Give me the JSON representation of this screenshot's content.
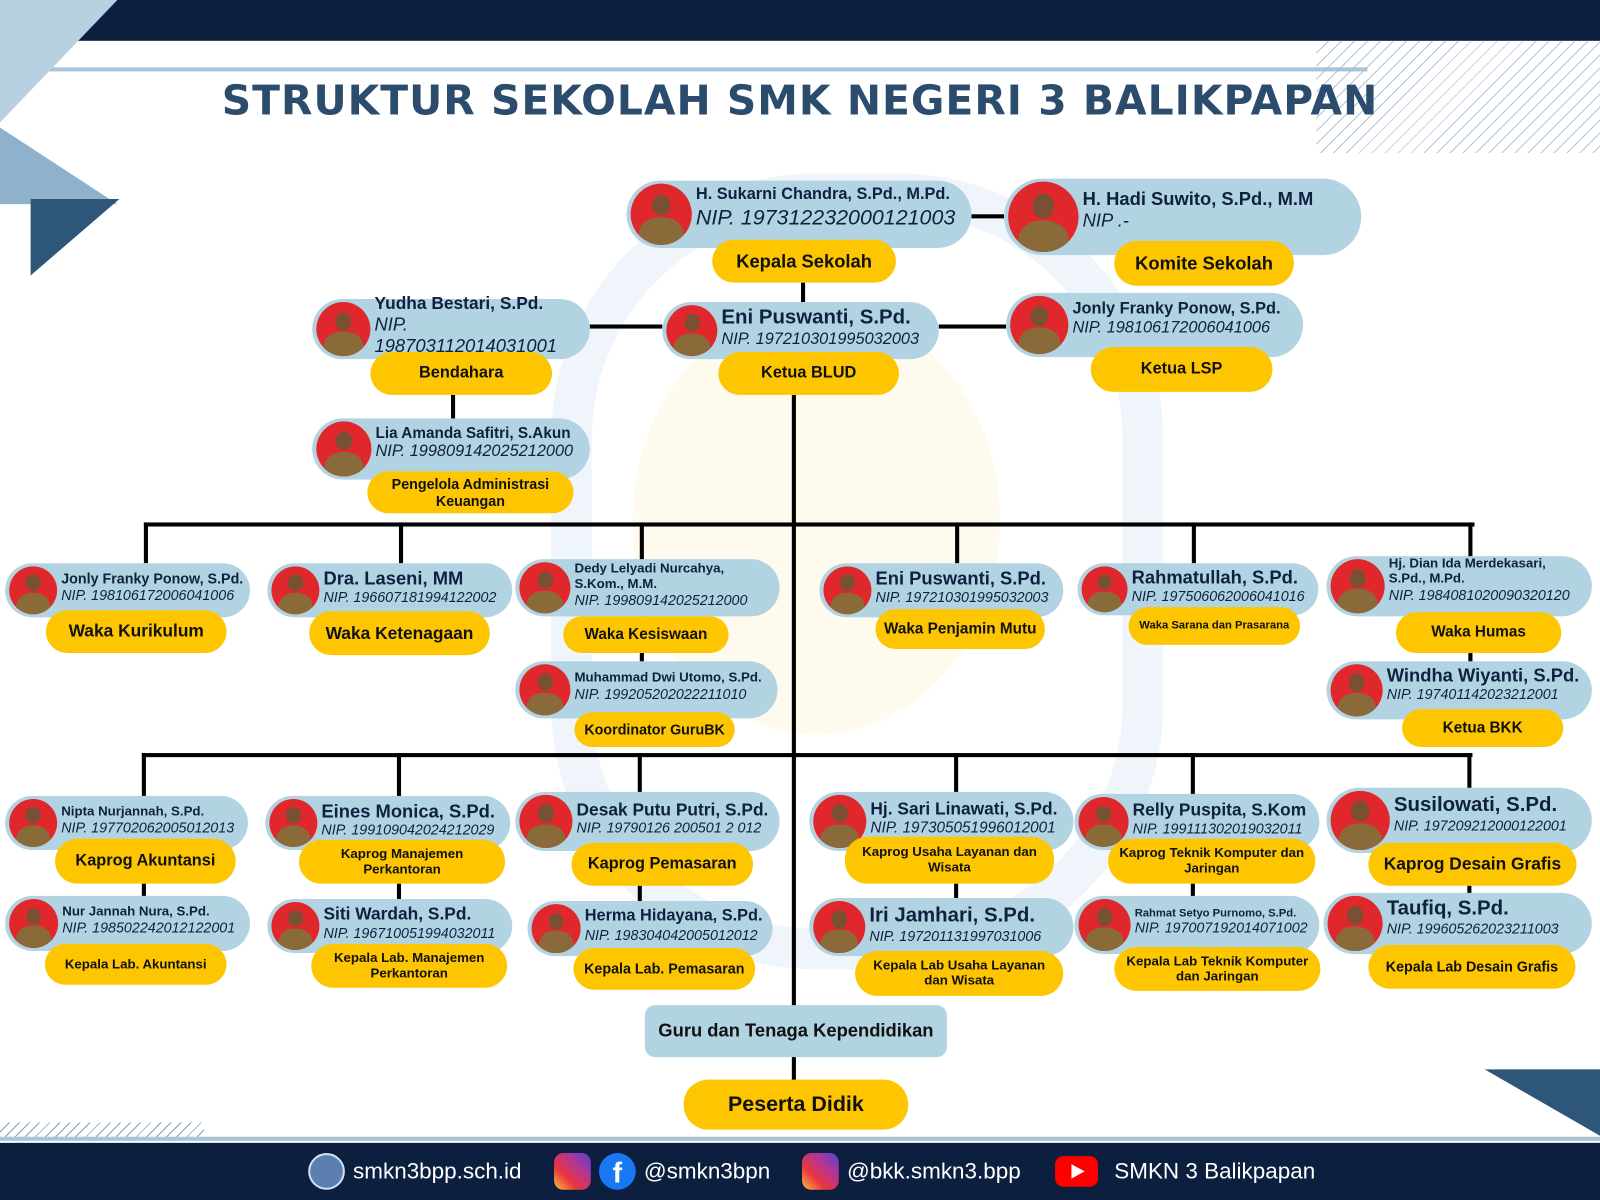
{
  "title": "STRUKTUR SEKOLAH SMK NEGERI 3 BALIKPAPAN",
  "people": [
    {
      "name": "H. Sukarni Chandra, S.Pd., M.Pd.",
      "nip": "NIP. 197312232000121003",
      "role": "Kepala Sekolah"
    },
    {
      "name": "H. Hadi Suwito, S.Pd., M.M",
      "nip": "NIP .-",
      "role": "Komite Sekolah"
    },
    {
      "name": "Yudha Bestari, S.Pd.",
      "nip": "NIP. 198703112014031001",
      "role": "Bendahara"
    },
    {
      "name": "Eni Puswanti, S.Pd.",
      "nip": "NIP. 197210301995032003",
      "role": "Ketua BLUD"
    },
    {
      "name": "Jonly Franky Ponow, S.Pd.",
      "nip": "NIP. 198106172006041006",
      "role": "Ketua LSP"
    },
    {
      "name": "Lia Amanda Safitri, S.Akun",
      "nip": "NIP. 199809142025212000",
      "role": "Pengelola Administrasi Keuangan"
    },
    {
      "name": "Jonly Franky Ponow, S.Pd.",
      "nip": "NIP. 198106172006041006",
      "role": "Waka Kurikulum"
    },
    {
      "name": "Dra. Laseni, MM",
      "nip": "NIP. 196607181994122002",
      "role": "Waka Ketenagaan"
    },
    {
      "name": "Dedy Lelyadi Nurcahya, S.Kom., M.M.",
      "nip": "NIP. 199809142025212000",
      "role": "Waka Kesiswaan"
    },
    {
      "name": "Muhammad Dwi Utomo, S.Pd.",
      "nip": "NIP. 199205202022211010",
      "role": "Koordinator GuruBK"
    },
    {
      "name": "Eni Puswanti, S.Pd.",
      "nip": "NIP. 197210301995032003",
      "role": "Waka Penjamin Mutu"
    },
    {
      "name": "Rahmatullah, S.Pd.",
      "nip": "NIP. 197506062006041016",
      "role": "Waka Sarana dan Prasarana"
    },
    {
      "name": "Hj. Dian Ida Merdekasari, S.Pd., M.Pd.",
      "nip": "NIP. 198408102009032012​0",
      "role": "Waka Humas"
    },
    {
      "name": "Windha Wiyanti, S.Pd.",
      "nip": "NIP. 197401142023212001",
      "role": "Ketua BKK"
    },
    {
      "name": "Nipta Nurjannah, S.Pd.",
      "nip": "NIP. 197702062005012013",
      "role": "Kaprog Akuntansi"
    },
    {
      "name": "Eines Monica, S.Pd.",
      "nip": "NIP. 199109042024212029",
      "role": "Kaprog Manajemen Perkantoran"
    },
    {
      "name": "Desak Putu Putri, S.Pd.",
      "nip": "NIP. 19790126 200501 2 012",
      "role": "Kaprog Pemasaran"
    },
    {
      "name": "Hj. Sari Linawati, S.Pd.",
      "nip": "NIP. 197305051996012001",
      "role": "Kaprog Usaha Layanan dan Wisata"
    },
    {
      "name": "Relly Puspita, S.Kom",
      "nip": "NIP. 199111302019032011",
      "role": "Kaprog Teknik Komputer dan Jaringan"
    },
    {
      "name": "Susilowati, S.Pd.",
      "nip": "NIP. 197209212000122001",
      "role": "Kaprog Desain Grafis"
    },
    {
      "name": "Nur Jannah Nura, S.Pd.",
      "nip": "NIP. 198502242012122001",
      "role": "Kepala Lab. Akuntansi"
    },
    {
      "name": "Siti Wardah, S.Pd.",
      "nip": "NIP. 196710051994032011",
      "role": "Kepala Lab. Manajemen Perkantoran"
    },
    {
      "name": "Herma Hidayana, S.Pd.",
      "nip": "NIP. 198304042005012012",
      "role": "Kepala Lab. Pemasaran"
    },
    {
      "name": "Iri Jamhari, S.Pd.",
      "nip": "NIP. 197201131997031006",
      "role": "Kepala Lab Usaha Layanan dan Wisata"
    },
    {
      "name": "Rahmat Setyo Purnomo, S.Pd.",
      "nip": "NIP. 197007192014071002",
      "role": "Kepala Lab Teknik Komputer dan Jaringan"
    },
    {
      "name": "Taufiq, S.Pd.",
      "nip": "NIP.  199605262023211003",
      "role": "Kepala Lab Desain Grafis"
    }
  ],
  "guru": "Guru dan Tenaga Kependidikan",
  "peserta": "Peserta Didik",
  "footer": {
    "website": "smkn3bpp.sch.id",
    "instagram_fb": "@smkn3bpn",
    "instagram_bkk": "@bkk.smkn3.bpp",
    "youtube": "SMKN 3 Balikpapan"
  },
  "colors": {
    "navy": "#0c1f3f",
    "card_blue": "#b2d4e2",
    "role_yellow": "#fdc600",
    "title": "#2b4c6d"
  }
}
